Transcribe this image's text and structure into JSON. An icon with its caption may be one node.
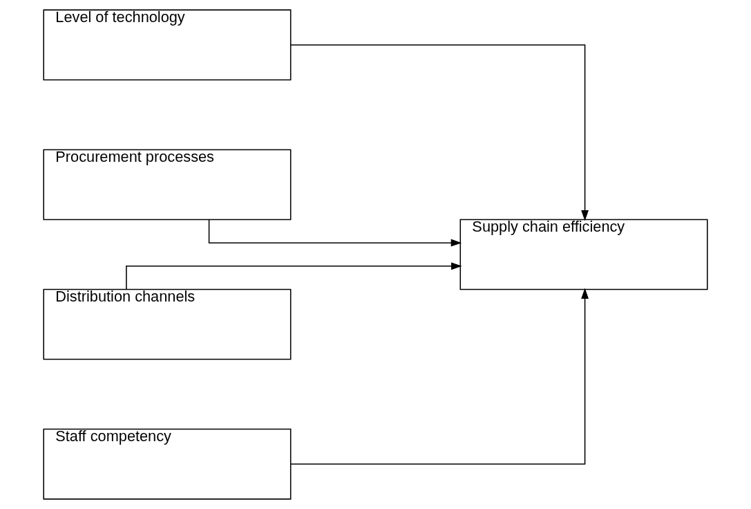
{
  "diagram": {
    "nodes": [
      {
        "text": [
          "Level of technology"
        ]
      },
      {
        "text": [
          "Procurement processes"
        ]
      },
      {
        "text": [
          "Distribution channels"
        ]
      },
      {
        "text": [
          "Staff competency"
        ]
      },
      {
        "text": [
          "Supply chain efficiency"
        ]
      }
    ],
    "edges": [
      {
        "from": 0,
        "to": 4,
        "arrow": "to"
      },
      {
        "from": 1,
        "to": 4,
        "arrow": "to"
      },
      {
        "from": 2,
        "to": 4,
        "arrow": "to"
      },
      {
        "from": 3,
        "to": 4,
        "arrow": "to"
      }
    ]
  }
}
